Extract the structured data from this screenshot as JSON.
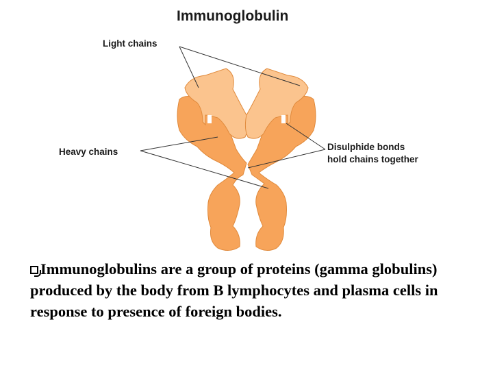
{
  "diagram": {
    "title": "Immunoglobulin",
    "labels": {
      "light_chains": "Light chains",
      "heavy_chains": "Heavy chains",
      "disulphide_line1": "Disulphide bonds",
      "disulphide_line2": "hold chains together"
    },
    "colors": {
      "light_chain": "#fbc48e",
      "heavy_chain": "#f7a45a",
      "outline": "#e08a3c",
      "bond": "#ffffff",
      "pointer": "#333333"
    }
  },
  "body": {
    "bullet_icon": "square-bullet",
    "text": "Immunoglobulins are a group of proteins (gamma globulins) produced by the body from B lymphocytes and plasma cells in response to presence of foreign bodies."
  }
}
